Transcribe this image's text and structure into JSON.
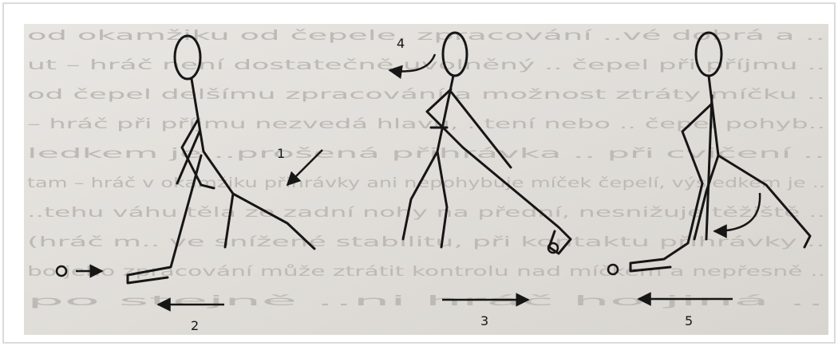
{
  "figure": {
    "labels": {
      "step1": "1",
      "step2": "2",
      "step3": "3",
      "step4": "4",
      "step5": "5"
    },
    "background_text_lines": [
      "od okamžiku od čepele, zpracování ..vé dobrá a ..",
      "ut – hráč není dostatečně uvolněný .. čepel při příjmu ..",
      "od čepel delšímu zpracování a možnost ztráty míčku ..",
      "– hráč při příjmu nezvedá hlavu, ..tení nebo .. čepel pohyb..",
      "ledkem je ..prošená přihrávka .. při cvičení ..",
      "tam – hráč v okamžiku přihrávky ani nepohybuje míček čepelí, výsledkem je ..",
      "..tehu váhu těla ze zadní nohy na přední, nesnižuje těžiště ..",
      "(hráč m.. ve snížené stabilitu, při kontaktu přihrávky ..",
      "bo jeho zpracování může ztrátit kontrolu nad míčkem a nepřesně ..",
      "po stejně ..ni hráč ho jiná .."
    ],
    "colors": {
      "paper": "#e3e0dc",
      "paper_shade": "#d6d3cf",
      "ink": "#161616",
      "ghost_text": "#bdbab6",
      "border": "#cfcfcf"
    }
  }
}
